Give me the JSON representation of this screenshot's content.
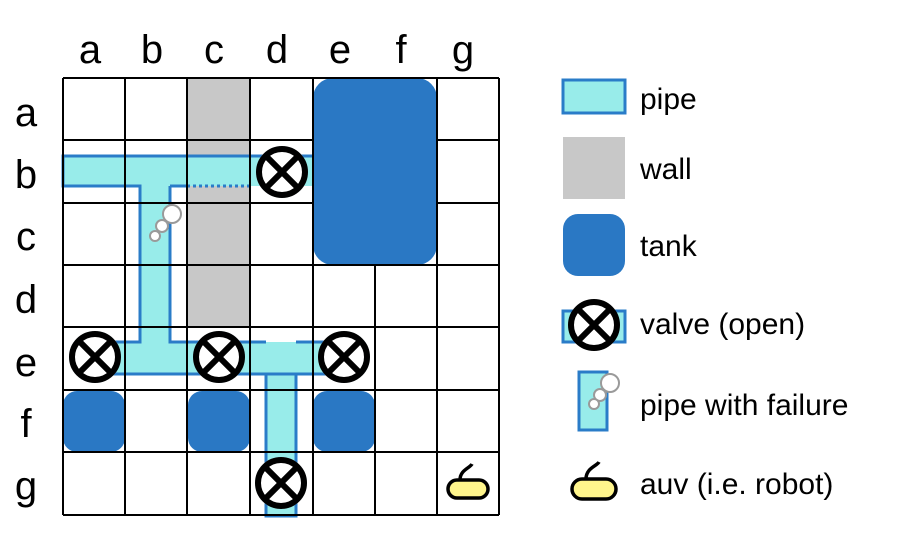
{
  "grid": {
    "columns": [
      "a",
      "b",
      "c",
      "d",
      "e",
      "f",
      "g"
    ],
    "rows": [
      "a",
      "b",
      "c",
      "d",
      "e",
      "f",
      "g"
    ],
    "walls": [
      [
        "c",
        "a"
      ],
      [
        "c",
        "b"
      ],
      [
        "c",
        "c"
      ],
      [
        "c",
        "d"
      ]
    ],
    "tanks_small": [
      [
        "a",
        "f"
      ],
      [
        "c",
        "f"
      ],
      [
        "e",
        "f"
      ]
    ],
    "tank_large": {
      "cols": [
        "e",
        "f"
      ],
      "rows": [
        "a",
        "c"
      ]
    },
    "valves": [
      [
        "d",
        "b"
      ],
      [
        "a",
        "e"
      ],
      [
        "c",
        "e"
      ],
      [
        "e",
        "e"
      ],
      [
        "d",
        "g"
      ]
    ],
    "failures": [
      [
        "b",
        "c"
      ]
    ],
    "auv": [
      [
        "g",
        "g"
      ]
    ]
  },
  "legend": {
    "pipe": "pipe",
    "wall": "wall",
    "tank": "tank",
    "valve": "valve (open)",
    "failure": "pipe with failure",
    "auv": "auv (i.e. robot)"
  },
  "colors": {
    "pipe_fill": "#98ECEA",
    "pipe_stroke": "#2A7CC8",
    "wall": "#C8C8C8",
    "tank": "#2A78C4",
    "auv_fill": "#FFF58C",
    "grid_line": "#000000"
  }
}
